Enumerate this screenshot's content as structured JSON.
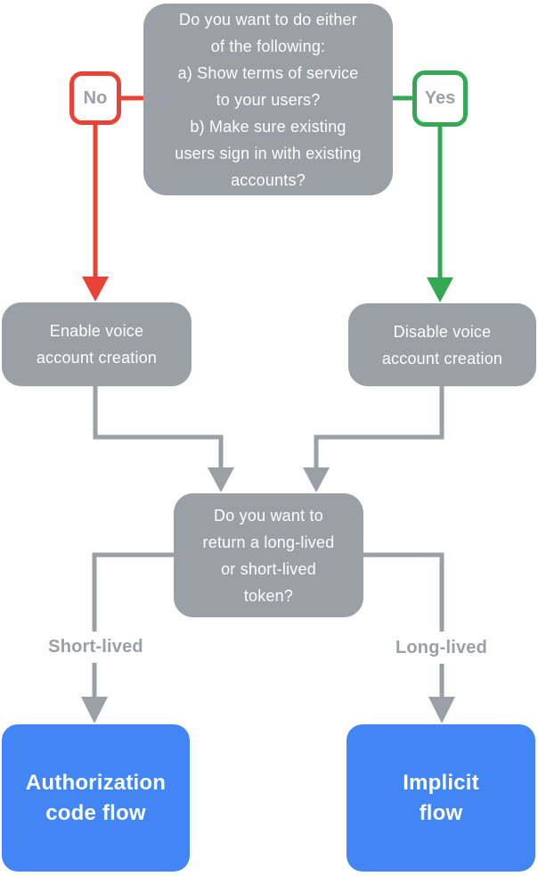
{
  "colors": {
    "node_gray": "#9AA0A6",
    "connector_gray": "#9AA0A6",
    "red": "#EA4335",
    "green": "#34A853",
    "blue": "#4285F4",
    "label_text_gray": "#9AA0A6",
    "node_text": "#FFFFFF",
    "bg": "#FFFFFF"
  },
  "flowchart": {
    "question1": "Do you want to do either\nof the following:\na) Show terms of service\nto your users?\nb) Make sure existing\nusers sign in with existing\naccounts?",
    "no_label": "No",
    "yes_label": "Yes",
    "enable_node": "Enable voice\naccount creation",
    "disable_node": "Disable voice\naccount creation",
    "question2": "Do you want to\nreturn a long-lived\nor short-lived\ntoken?",
    "short_lived_label": "Short-lived",
    "long_lived_label": "Long-lived",
    "auth_code_node": "Authorization\ncode flow",
    "implicit_node": "Implicit\nflow"
  }
}
